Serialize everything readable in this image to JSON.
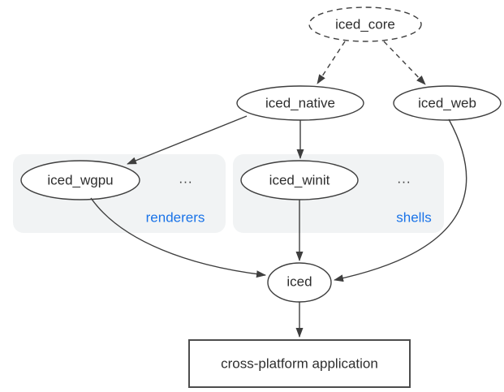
{
  "nodes": {
    "core": {
      "label": "iced_core",
      "shape": "ellipse",
      "border": "dashed"
    },
    "native": {
      "label": "iced_native",
      "shape": "ellipse",
      "border": "solid"
    },
    "web": {
      "label": "iced_web",
      "shape": "ellipse",
      "border": "solid"
    },
    "wgpu": {
      "label": "iced_wgpu",
      "shape": "ellipse",
      "border": "solid"
    },
    "winit": {
      "label": "iced_winit",
      "shape": "ellipse",
      "border": "solid"
    },
    "iced": {
      "label": "iced",
      "shape": "ellipse",
      "border": "solid"
    },
    "app": {
      "label": "cross-platform application",
      "shape": "rect",
      "border": "solid"
    }
  },
  "groups": {
    "renderers": {
      "label": "renderers",
      "ellipsis": "...",
      "contains": [
        "iced_wgpu"
      ]
    },
    "shells": {
      "label": "shells",
      "ellipsis": "...",
      "contains": [
        "iced_winit"
      ]
    }
  },
  "edges": [
    {
      "from": "iced_core",
      "to": "iced_native",
      "style": "dashed"
    },
    {
      "from": "iced_core",
      "to": "iced_web",
      "style": "dashed"
    },
    {
      "from": "iced_native",
      "to": "iced_wgpu",
      "style": "solid"
    },
    {
      "from": "iced_native",
      "to": "iced_winit",
      "style": "solid"
    },
    {
      "from": "iced_wgpu",
      "to": "iced",
      "style": "solid"
    },
    {
      "from": "iced_winit",
      "to": "iced",
      "style": "solid"
    },
    {
      "from": "iced_web",
      "to": "iced",
      "style": "solid"
    },
    {
      "from": "iced",
      "to": "cross-platform application",
      "style": "solid"
    }
  ],
  "colors": {
    "stroke": "#3e3e3e",
    "rect_stroke": "#4d4d4d",
    "group_fill": "#f1f3f4",
    "group_label": "#1a73e8",
    "text": "#2e2e2e",
    "background": "#ffffff"
  }
}
